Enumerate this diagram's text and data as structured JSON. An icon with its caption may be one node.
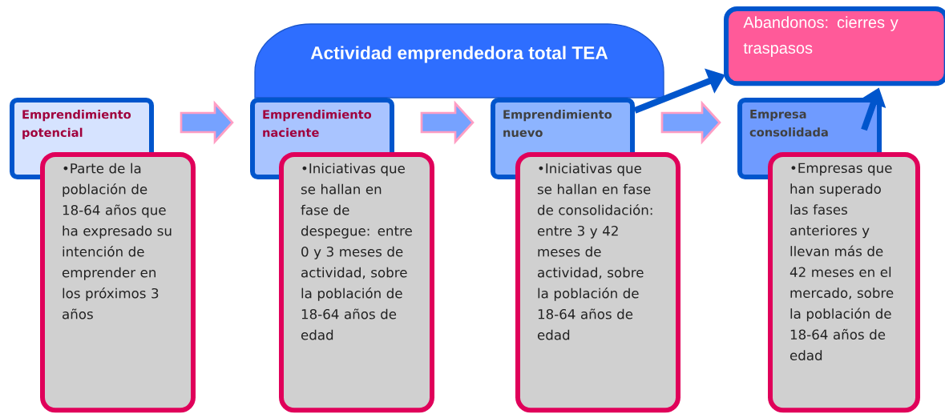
{
  "diagram": {
    "nodes": [
      {
        "text": [
          "Actividad emprendedora total TEA"
        ]
      },
      {
        "text": [
          "Emprendimiento potencial"
        ]
      },
      {
        "text": [
          "•Parte de la población de 18-64 años que ha expresado su intención de emprender en los próximos 3 años"
        ]
      },
      {
        "text": [
          "Emprendimiento naciente"
        ]
      },
      {
        "text": [
          "•Iniciativas que se hallan en fase de despegue: entre 0 y 3 meses de actividad, sobre la población de 18-64 años de edad"
        ]
      },
      {
        "text": [
          "Emprendimiento nuevo"
        ]
      },
      {
        "text": [
          "•Iniciativas que se hallan en fase de consolidación: entre 3 y 42 meses de actividad, sobre la población de 18-64 años de edad"
        ]
      },
      {
        "text": [
          "Empresa consolidada"
        ]
      },
      {
        "text": [
          "•Empresas que han superado las fases anteriores y llevan más de 42 meses en el mercado, sobre la población de 18-64 años de edad"
        ]
      },
      {
        "text": [
          "Abandonos:  cierres y traspasos"
        ]
      }
    ],
    "edges": [
      {
        "from": 1,
        "to": 3,
        "arrow": "to"
      },
      {
        "from": 3,
        "to": 5,
        "arrow": "to"
      },
      {
        "from": 5,
        "to": 7,
        "arrow": "to"
      },
      {
        "from": 5,
        "to": 9,
        "arrow": "to",
        "color": "#0055cc"
      },
      {
        "from": 7,
        "to": 9,
        "arrow": "to",
        "color": "#0055cc"
      }
    ]
  }
}
